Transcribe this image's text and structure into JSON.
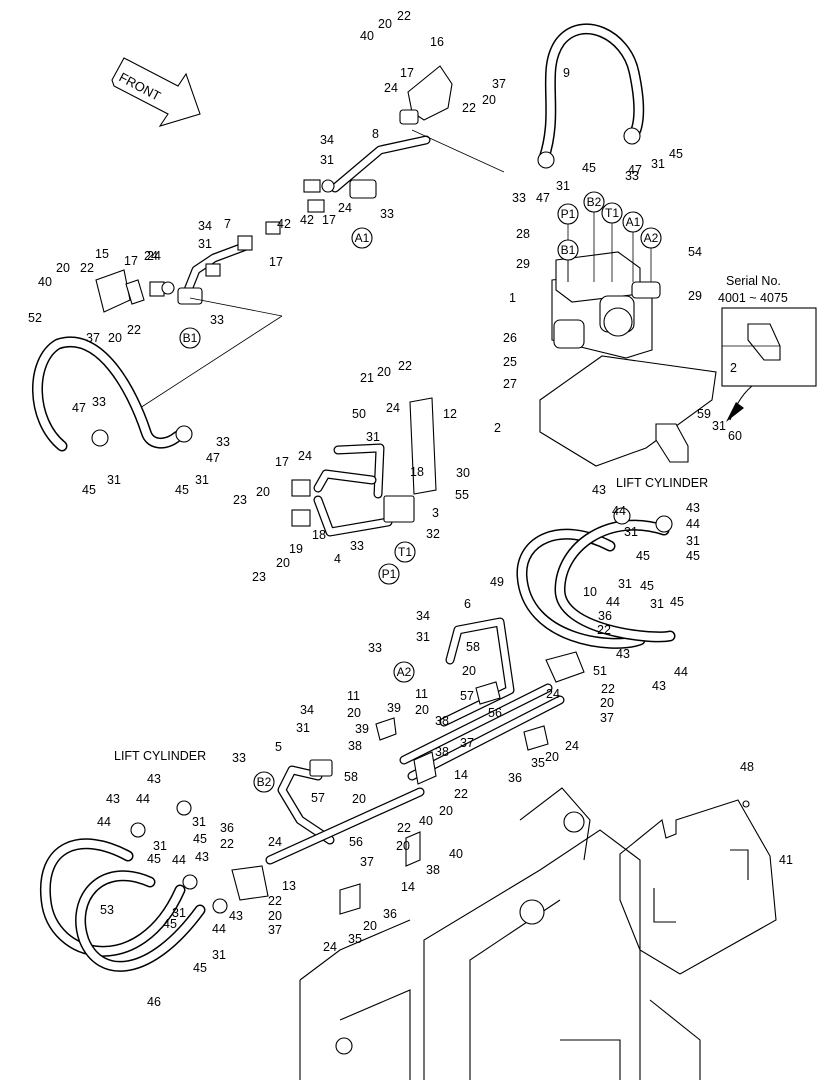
{
  "front_label": "FRONT",
  "lift_cylinder_labels": [
    "LIFT CYLINDER",
    "LIFT CYLINDER"
  ],
  "serial_note": {
    "line1": "Serial No.",
    "line2": "4001 ~ 4075",
    "part": "2"
  },
  "ports": [
    "P1",
    "B2",
    "T1",
    "A1",
    "A2",
    "B1",
    "A1",
    "B1",
    "T1",
    "P1",
    "A2",
    "B2"
  ],
  "callouts": [
    "20",
    "22",
    "40",
    "16",
    "37",
    "20",
    "22",
    "17",
    "24",
    "8",
    "9",
    "34",
    "31",
    "24",
    "17",
    "42",
    "42",
    "45",
    "47",
    "31",
    "33",
    "33",
    "31",
    "47",
    "45",
    "33",
    "34",
    "31",
    "7",
    "24",
    "17",
    "15",
    "17",
    "24",
    "20",
    "22",
    "40",
    "37",
    "20",
    "22",
    "33",
    "28",
    "29",
    "26",
    "25",
    "27",
    "1",
    "54",
    "29",
    "2",
    "59",
    "31",
    "60",
    "52",
    "47",
    "33",
    "33",
    "47",
    "45",
    "31",
    "45",
    "31",
    "21",
    "20",
    "22",
    "50",
    "31",
    "24",
    "12",
    "18",
    "30",
    "55",
    "3",
    "32",
    "33",
    "17",
    "24",
    "20",
    "23",
    "19",
    "18",
    "4",
    "20",
    "23",
    "43",
    "44",
    "31",
    "45",
    "43",
    "44",
    "31",
    "45",
    "49",
    "10",
    "31",
    "45",
    "31",
    "45",
    "36",
    "22",
    "44",
    "43",
    "44",
    "43",
    "6",
    "34",
    "31",
    "58",
    "33",
    "20",
    "51",
    "24",
    "22",
    "20",
    "37",
    "11",
    "20",
    "11",
    "20",
    "39",
    "57",
    "56",
    "39",
    "38",
    "38",
    "37",
    "24",
    "34",
    "31",
    "36",
    "20",
    "35",
    "38",
    "5",
    "33",
    "58",
    "14",
    "22",
    "20",
    "57",
    "20",
    "40",
    "43",
    "43",
    "44",
    "31",
    "45",
    "44",
    "31",
    "45",
    "44",
    "43",
    "36",
    "22",
    "24",
    "56",
    "22",
    "37",
    "20",
    "38",
    "40",
    "14",
    "13",
    "22",
    "20",
    "37",
    "53",
    "31",
    "45",
    "44",
    "43",
    "45",
    "31",
    "36",
    "20",
    "35",
    "24",
    "46",
    "48",
    "41"
  ]
}
